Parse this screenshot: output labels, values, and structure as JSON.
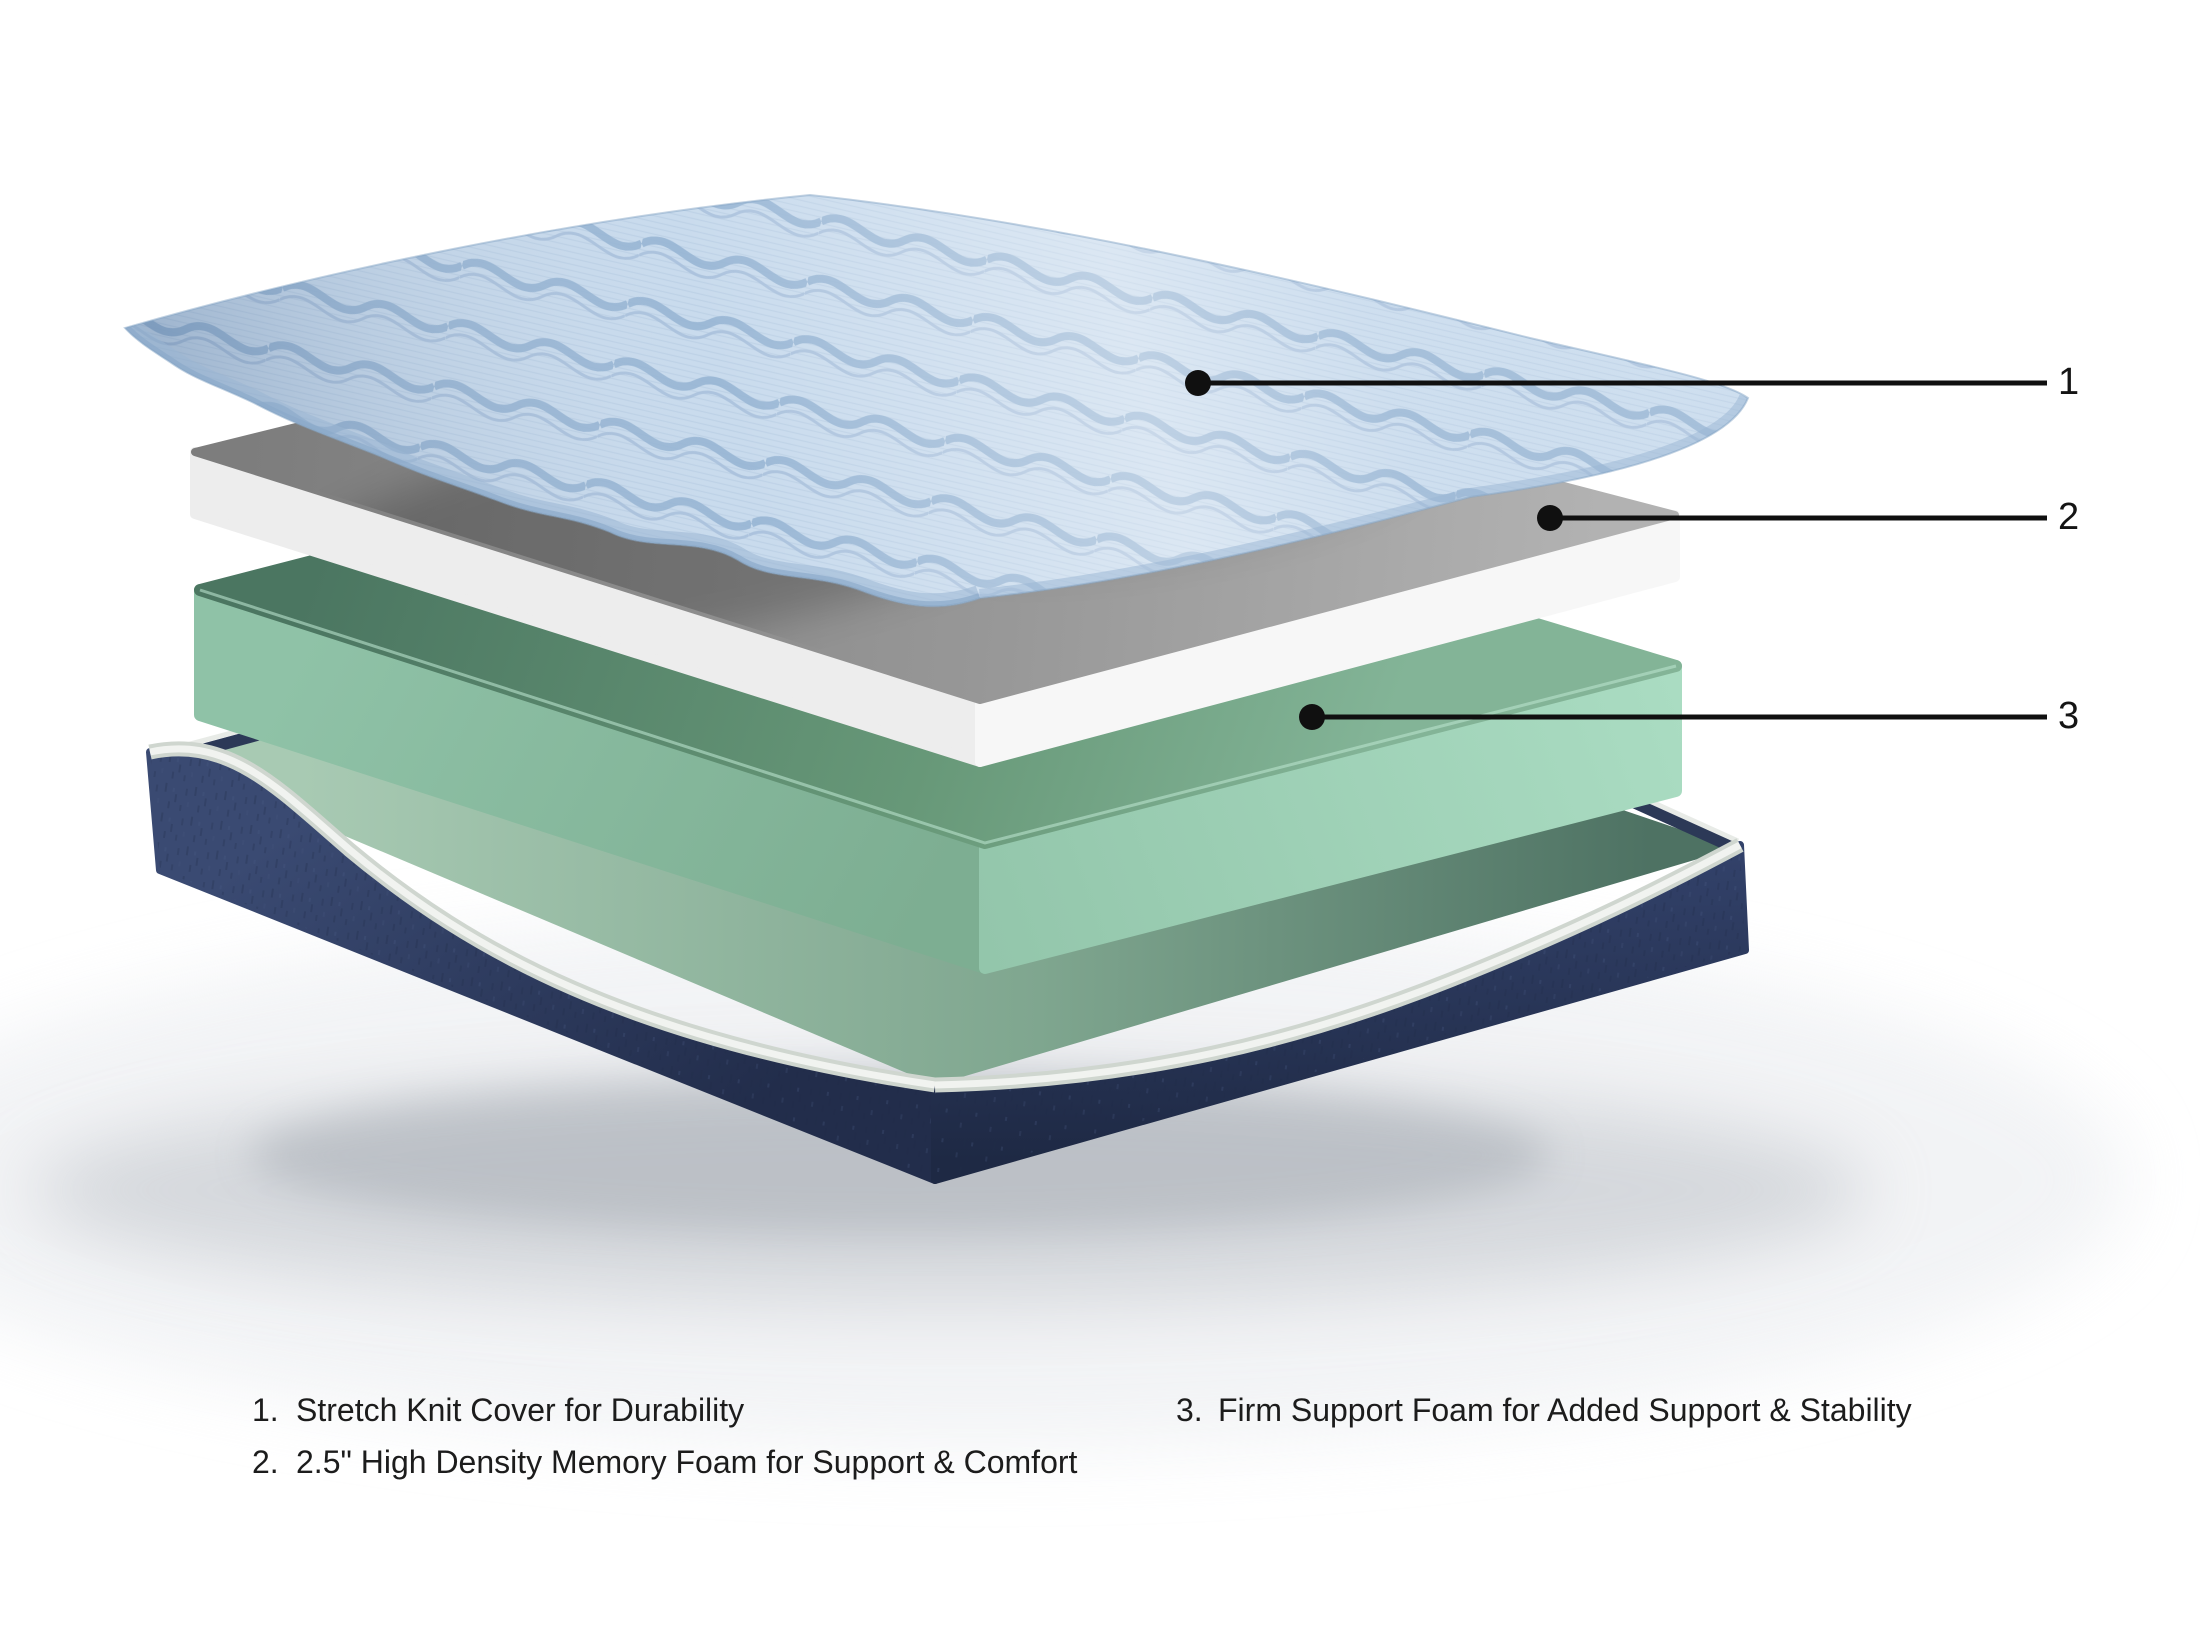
{
  "page": {
    "background_color": "#ffffff"
  },
  "diagram": {
    "type": "exploded-mattress-layer-diagram",
    "callouts": [
      {
        "number": "1",
        "target": "stretch-knit-cover"
      },
      {
        "number": "2",
        "target": "memory-foam-layer"
      },
      {
        "number": "3",
        "target": "firm-support-foam-layer"
      }
    ],
    "colors": {
      "cover_fabric": "#c6d9ec",
      "cover_wave": "#8fafd0",
      "memory_foam_top": "#8f8f8f",
      "memory_foam_side": "#f4f4f4",
      "support_foam_top": "#5c8770",
      "support_foam_side": "#9fd0b7",
      "base_fabric": "#2f3e63",
      "piping": "#eef1ee",
      "callout_line": "#111111"
    }
  },
  "legend": {
    "columns": [
      {
        "items": [
          {
            "number": "1.",
            "label": "Stretch Knit Cover for Durability"
          },
          {
            "number": "2.",
            "label": "2.5\" High Density Memory Foam for Support & Comfort"
          }
        ]
      },
      {
        "items": [
          {
            "number": "3.",
            "label": "Firm Support Foam for Added Support & Stability"
          }
        ]
      }
    ]
  }
}
